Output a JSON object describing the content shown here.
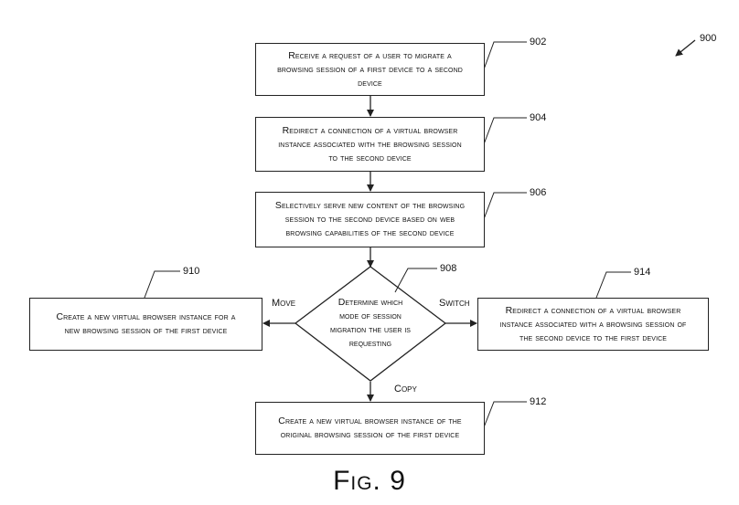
{
  "figure_ref": "900",
  "steps": {
    "s902": {
      "ref": "902",
      "lines": [
        "Receive a request of a user to migrate a",
        "browsing session of a first device to a second",
        "device"
      ]
    },
    "s904": {
      "ref": "904",
      "lines": [
        "Redirect a connection of a virtual browser",
        "instance associated with the browsing session",
        "to the second device"
      ]
    },
    "s906": {
      "ref": "906",
      "lines": [
        "Selectively serve new content of the browsing",
        "session to the second device based on web",
        "browsing capabilities of the second device"
      ]
    },
    "s908": {
      "ref": "908",
      "lines": [
        "Determine which",
        "mode of session",
        "migration the user is",
        "requesting"
      ]
    },
    "s910": {
      "ref": "910",
      "lines": [
        "Create a new virtual browser instance for a",
        "new browsing session of the first device"
      ]
    },
    "s912": {
      "ref": "912",
      "lines": [
        "Create a new virtual browser instance of the",
        "original browsing session of the first device"
      ]
    },
    "s914": {
      "ref": "914",
      "lines": [
        "Redirect a connection of a virtual browser",
        "instance associated with a browsing session of",
        "the second device to the first device"
      ]
    }
  },
  "edges": {
    "move": "Move",
    "switch": "Switch",
    "copy": "Copy"
  },
  "caption": {
    "fig": "Fig.",
    "num": "9"
  }
}
